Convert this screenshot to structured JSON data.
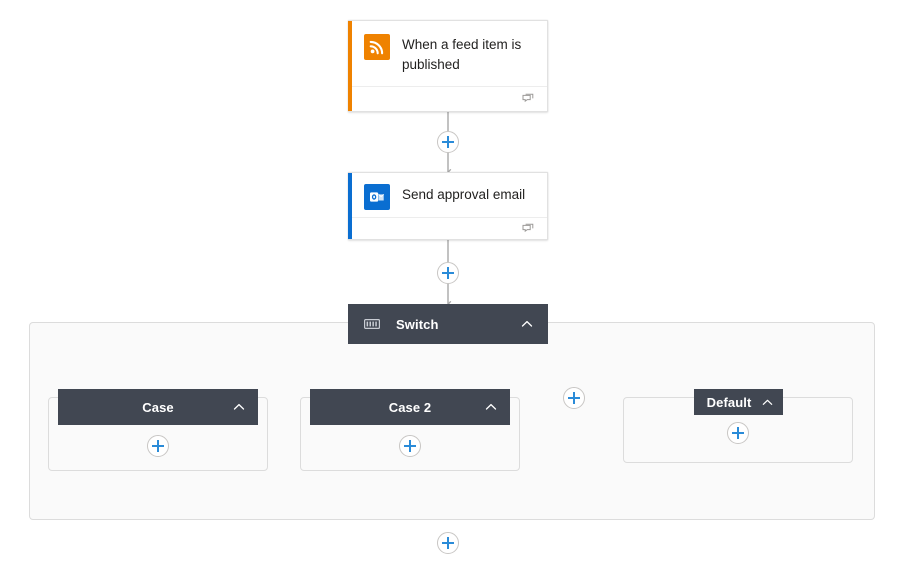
{
  "canvas": {
    "background": "#ffffff",
    "accent_blue": "#2a8bd8",
    "node_header_bg": "#414752",
    "trigger_accent": "#ef8200",
    "action_accent": "#0a6ed1",
    "container_bg": "#fafafa",
    "container_border": "#dcdcdc",
    "wire_color": "#a8a8a8"
  },
  "nodes": {
    "trigger": {
      "title": "When a feed item is published",
      "icon": "rss-icon",
      "accent": "#ef8200",
      "footer_icon": "comments-icon"
    },
    "action": {
      "title": "Send approval email",
      "icon": "outlook-icon",
      "accent": "#0a6ed1",
      "footer_icon": "comments-icon"
    },
    "switch": {
      "title": "Switch",
      "icon": "switch-icon",
      "chevron": "chevron-up-icon"
    },
    "cases": [
      {
        "title": "Case",
        "chevron": "chevron-up-icon",
        "add_label": "+"
      },
      {
        "title": "Case 2",
        "chevron": "chevron-up-icon",
        "add_label": "+"
      }
    ],
    "default_case": {
      "title": "Default",
      "chevron": "chevron-up-icon",
      "add_label": "+"
    }
  },
  "buttons": {
    "add_step_trigger_to_action": "+",
    "add_step_action_to_switch": "+",
    "add_case": "+",
    "add_step_after_switch": "+",
    "add_action_case_1": "+",
    "add_action_case_2": "+",
    "add_action_default": "+"
  }
}
